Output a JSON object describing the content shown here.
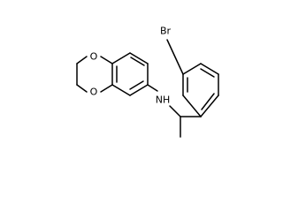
{
  "molecule": {
    "atom_labels": {
      "bromine": "Br",
      "amine": "NH",
      "dioxane_oxygen_top": "O",
      "dioxane_oxygen_bottom": "O"
    },
    "colors": {
      "bond": "#000000",
      "label": "#000000",
      "background": "#ffffff"
    }
  }
}
